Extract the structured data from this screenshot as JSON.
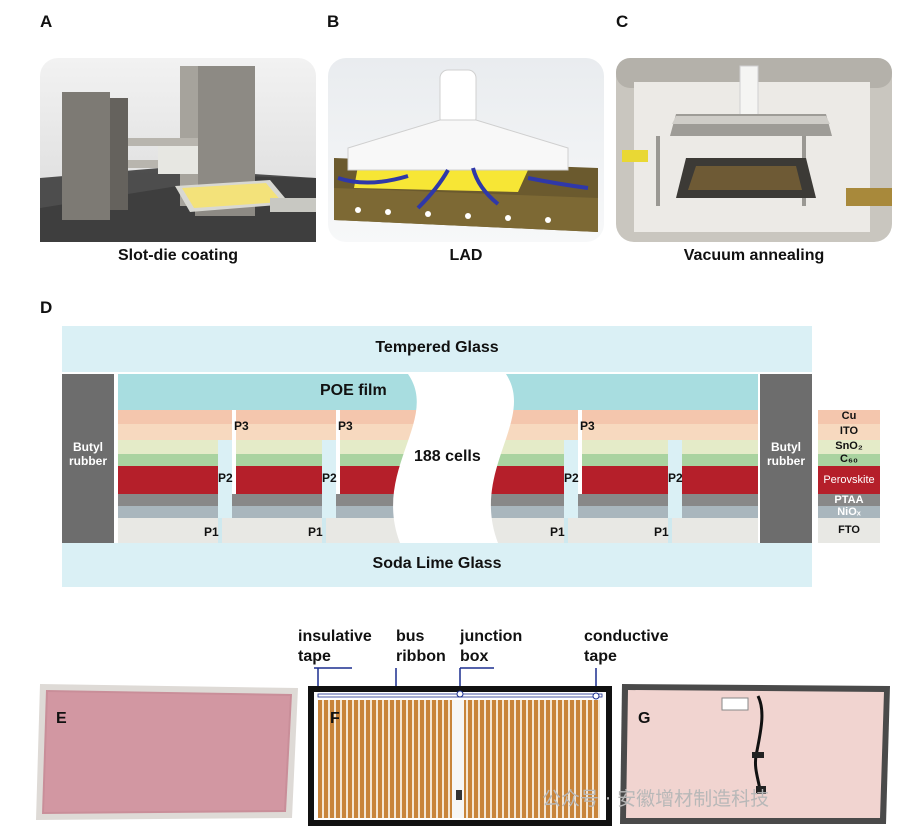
{
  "panels": {
    "a": {
      "letter": "A",
      "caption": "Slot-die coating"
    },
    "b": {
      "letter": "B",
      "caption": "LAD"
    },
    "c": {
      "letter": "C",
      "caption": "Vacuum annealing"
    },
    "d": {
      "letter": "D"
    },
    "e": {
      "letter": "E"
    },
    "f": {
      "letter": "F"
    },
    "g": {
      "letter": "G"
    }
  },
  "stack_diagram": {
    "top_glass": "Tempered Glass",
    "bottom_glass": "Soda Lime Glass",
    "poe_film": "POE film",
    "cells": "188 cells",
    "butyl_left": "Butyl\nrubber",
    "butyl_right": "Butyl\nrubber",
    "p1": "P1",
    "p2": "P2",
    "p3": "P3",
    "legend": [
      "Cu",
      "ITO",
      "SnO₂",
      "C₆₀",
      "Perovskite",
      "PTAA",
      "NiOₓ",
      "FTO"
    ],
    "colors": {
      "glass": "#daf0f5",
      "poe": "#a8dde0",
      "cu": "#f4c6ad",
      "ito": "#f7d9bf",
      "sno2": "#e4ebc8",
      "c60": "#a9d3a0",
      "perovskite": "#b51f2a",
      "ptaa": "#888888",
      "nio": "#a9b6bd",
      "fto": "#e8e8e4",
      "butyl": "#6d6d6d"
    }
  },
  "module_labels": {
    "insulative_tape": "insulative\ntape",
    "bus_ribbon": "bus\nribbon",
    "junction_box": "junction\nbox",
    "conductive_tape": "conductive\ntape"
  },
  "watermark": "公众号 · 安徽增材制造科技"
}
